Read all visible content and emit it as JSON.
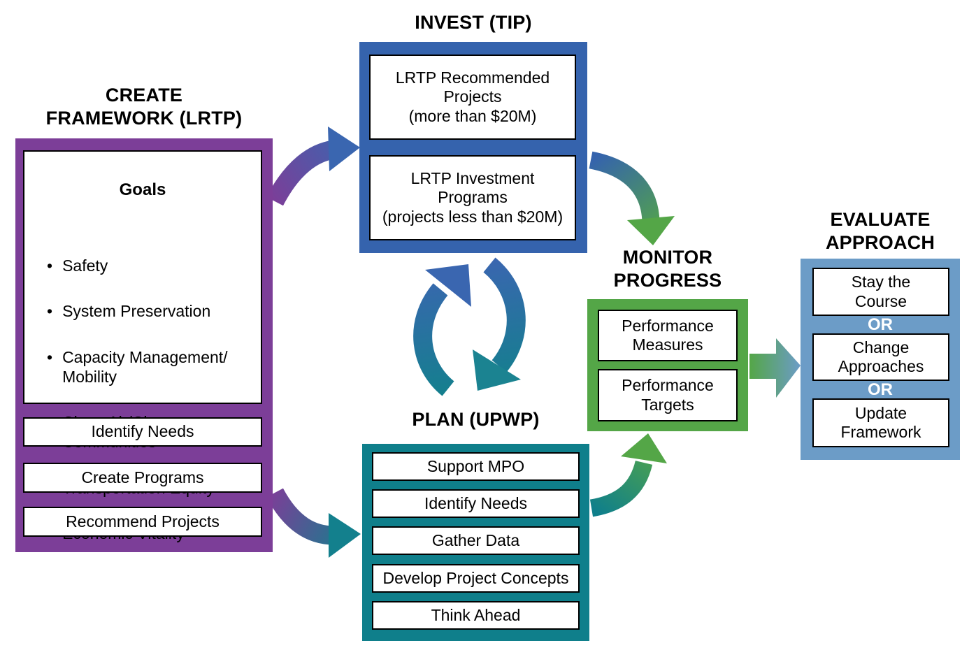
{
  "colors": {
    "purple": "#7c3e98",
    "blue": "#3563ad",
    "teal": "#0f7f8b",
    "green": "#54a647",
    "light_blue": "#6c9cc7"
  },
  "create_framework": {
    "title_lines": [
      "CREATE",
      "FRAMEWORK (LRTP)"
    ],
    "goals": {
      "heading": "Goals",
      "bullet": "•",
      "items": [
        "Safety",
        "System Preservation",
        [
          "Capacity Management/",
          "Mobility"
        ],
        [
          "Clean Air/Clean",
          "Communities"
        ],
        "Transportation Equity",
        "Economic Vitality"
      ]
    },
    "steps": [
      "Identify Needs",
      "Create Programs",
      "Recommend Projects"
    ]
  },
  "invest": {
    "title": "INVEST (TIP)",
    "items": [
      [
        "LRTP Recommended",
        "Projects",
        "(more than $20M)"
      ],
      [
        "LRTP Investment",
        "Programs",
        "(projects less than $20M)"
      ]
    ]
  },
  "plan": {
    "title": "PLAN (UPWP)",
    "items": [
      "Support MPO",
      "Identify Needs",
      "Gather Data",
      "Develop Project Concepts",
      "Think Ahead"
    ]
  },
  "monitor": {
    "title_lines": [
      "MONITOR",
      "PROGRESS"
    ],
    "items": [
      [
        "Performance",
        "Measures"
      ],
      [
        "Performance",
        "Targets"
      ]
    ]
  },
  "evaluate": {
    "title_lines": [
      "EVALUATE",
      "APPROACH"
    ],
    "separator": "OR",
    "options": [
      [
        "Stay the",
        "Course"
      ],
      [
        "Change",
        "Approaches"
      ],
      [
        "Update",
        "Framework"
      ]
    ]
  }
}
